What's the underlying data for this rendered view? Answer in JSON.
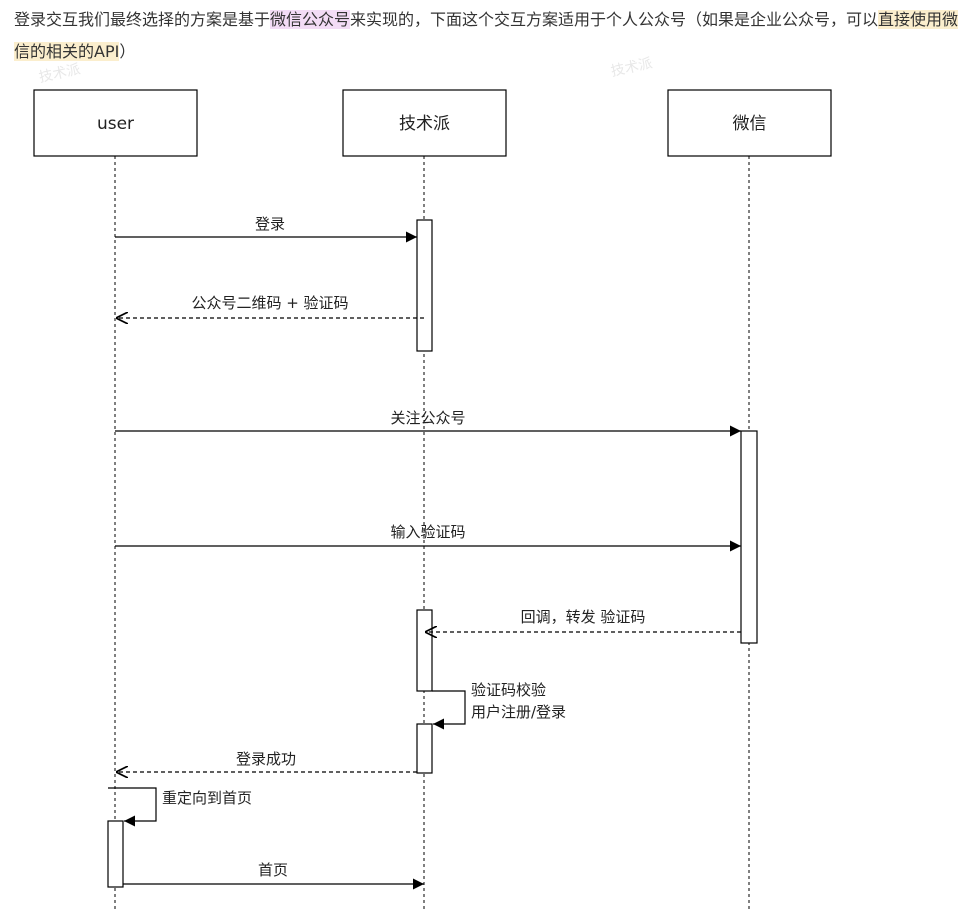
{
  "intro": {
    "part1": "登录交互我们最终选择的方案是基于",
    "highlight1": "微信公众号",
    "part2": "来实现的，下面这个交互方案适用于个人公众号（如果是企业公众号，可以",
    "highlight2": "直接使用微信的相关的API",
    "part3": "）",
    "colors": {
      "highlight1": "#f3dcf6",
      "highlight2": "#fbeecd"
    }
  },
  "diagram": {
    "participants": [
      {
        "id": "user",
        "label": "user"
      },
      {
        "id": "server",
        "label": "技术派"
      },
      {
        "id": "wechat",
        "label": "微信"
      }
    ],
    "messages": [
      {
        "label": "登录",
        "style": "solid"
      },
      {
        "label": "公众号二维码 + 验证码",
        "style": "dashed"
      },
      {
        "label": "关注公众号",
        "style": "solid"
      },
      {
        "label": "输入验证码",
        "style": "solid"
      },
      {
        "label": "回调，转发 验证码",
        "style": "dashed"
      },
      {
        "label_line1": "验证码校验",
        "label_line2": "用户注册/登录",
        "style": "self"
      },
      {
        "label": "登录成功",
        "style": "dashed"
      },
      {
        "label": "重定向到首页",
        "style": "self"
      },
      {
        "label": "首页",
        "style": "solid"
      }
    ],
    "watermark": "技术派"
  }
}
